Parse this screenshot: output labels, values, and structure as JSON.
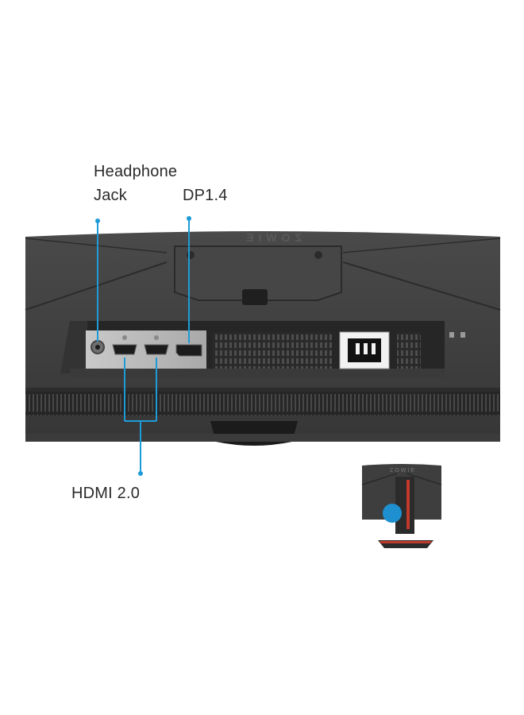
{
  "callouts": {
    "headphone_line1": "Headphone",
    "headphone_line2": "Jack",
    "displayport": "DP1.4",
    "hdmi": "HDMI 2.0"
  },
  "monitor": {
    "brand_text": "ZOWIE",
    "inset_brand_text": "ZOWIE"
  },
  "colors": {
    "callout_line": "#1e9bd7",
    "highlight_dot": "#1e90d0",
    "housing": "#3f3f3f",
    "port_panel": "#b8b8b8",
    "base_accent": "#c0392b"
  }
}
